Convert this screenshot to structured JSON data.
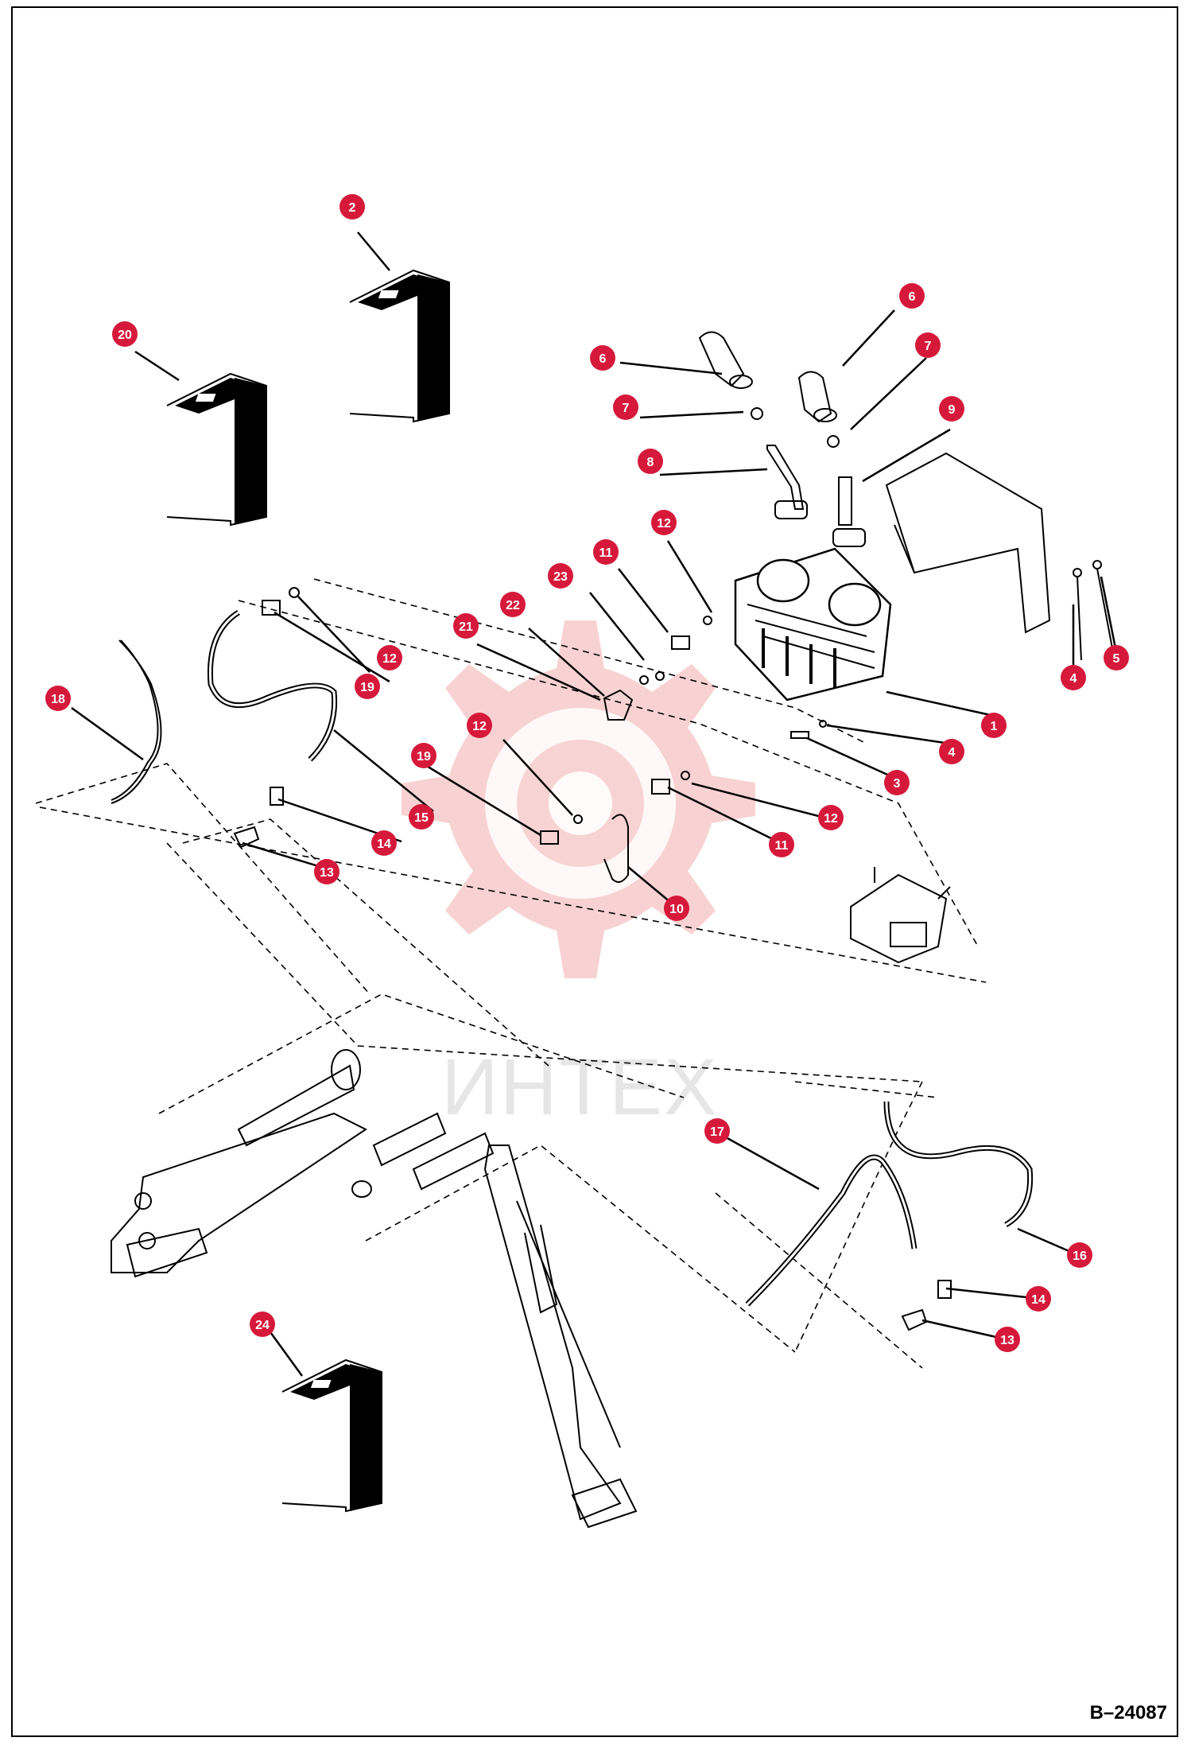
{
  "diagram": {
    "drawing_number": "B–24087",
    "watermark": "ИНТЕХ",
    "callouts": [
      "1",
      "2",
      "3",
      "4",
      "4",
      "5",
      "6",
      "6",
      "7",
      "7",
      "8",
      "9",
      "10",
      "11",
      "11",
      "12",
      "12",
      "12",
      "12",
      "13",
      "13",
      "14",
      "14",
      "15",
      "16",
      "17",
      "18",
      "19",
      "19",
      "20",
      "21",
      "22",
      "23",
      "24"
    ],
    "colors": {
      "callout": "#d6193a",
      "line": "#000000",
      "watermark": "#f2b8b8"
    },
    "icons": [
      "manual-book-icon",
      "control-valve-part",
      "control-handle-part",
      "hydraulic-hose-part",
      "fitting-part",
      "o-ring-part",
      "boom-cylinder-part",
      "bracket-part",
      "solenoid-valve-part"
    ]
  }
}
